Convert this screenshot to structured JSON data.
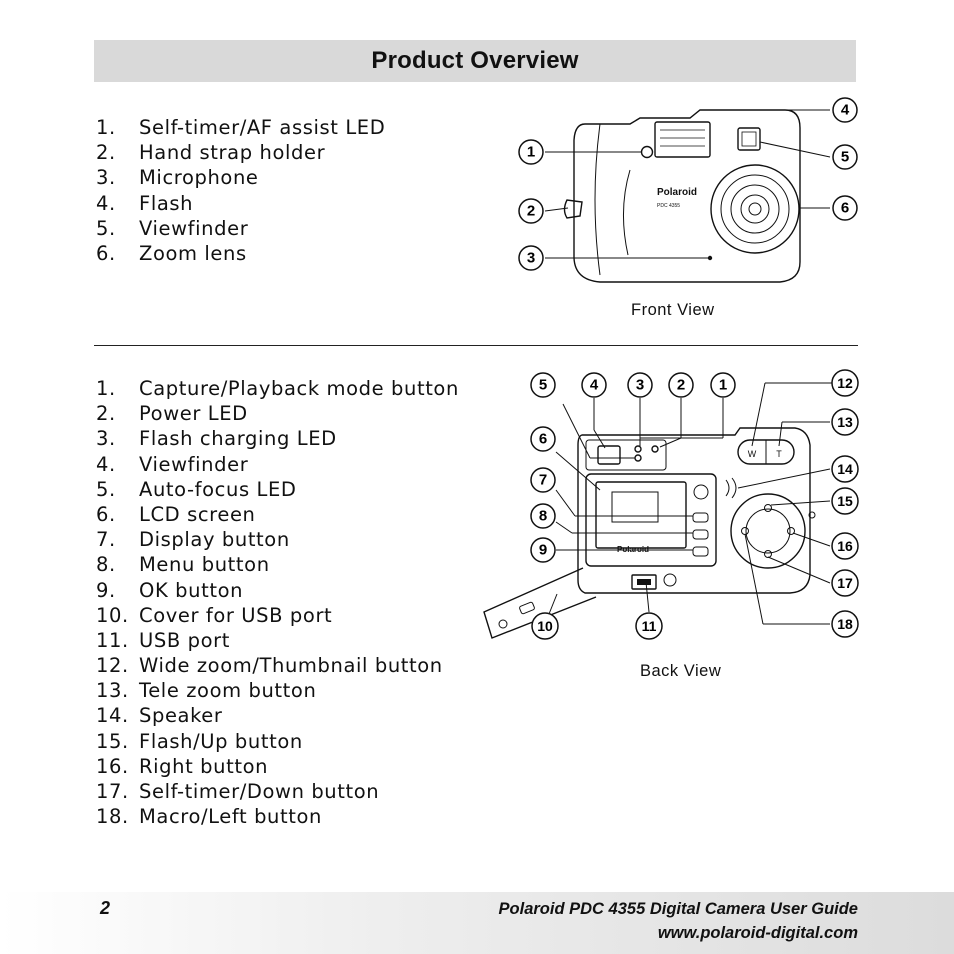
{
  "header": {
    "title": "Product Overview"
  },
  "front": {
    "items": [
      {
        "num": "1.",
        "label": "Self-timer/AF assist LED"
      },
      {
        "num": "2.",
        "label": "Hand strap holder"
      },
      {
        "num": "3.",
        "label": "Microphone"
      },
      {
        "num": "4.",
        "label": "Flash"
      },
      {
        "num": "5.",
        "label": "Viewfinder"
      },
      {
        "num": "6.",
        "label": "Zoom lens"
      }
    ],
    "caption": "Front View",
    "brand": "Polaroid",
    "model": "PDC 4355",
    "callouts": [
      "1",
      "2",
      "3",
      "4",
      "5",
      "6"
    ]
  },
  "back": {
    "items": [
      {
        "num": "1.",
        "label": "Capture/Playback mode button"
      },
      {
        "num": "2.",
        "label": "Power LED"
      },
      {
        "num": "3.",
        "label": "Flash charging LED"
      },
      {
        "num": "4.",
        "label": "Viewfinder"
      },
      {
        "num": "5.",
        "label": "Auto-focus LED"
      },
      {
        "num": "6.",
        "label": "LCD screen"
      },
      {
        "num": "7.",
        "label": "Display button"
      },
      {
        "num": "8.",
        "label": "Menu button"
      },
      {
        "num": "9.",
        "label": "OK button"
      },
      {
        "num": "10.",
        "label": "Cover for USB port"
      },
      {
        "num": "11.",
        "label": "USB port"
      },
      {
        "num": "12.",
        "label": "Wide zoom/Thumbnail button"
      },
      {
        "num": "13.",
        "label": "Tele zoom button"
      },
      {
        "num": "14.",
        "label": "Speaker"
      },
      {
        "num": "15.",
        "label": "Flash/Up button"
      },
      {
        "num": "16.",
        "label": "Right button"
      },
      {
        "num": "17.",
        "label": "Self-timer/Down button"
      },
      {
        "num": "18.",
        "label": "Macro/Left button"
      }
    ],
    "caption": "Back View",
    "brand": "Polaroid",
    "zoom_w": "W",
    "zoom_t": "T",
    "callouts": [
      "1",
      "2",
      "3",
      "4",
      "5",
      "6",
      "7",
      "8",
      "9",
      "10",
      "11",
      "12",
      "13",
      "14",
      "15",
      "16",
      "17",
      "18"
    ]
  },
  "footer": {
    "page_number": "2",
    "title": "Polaroid PDC 4355 Digital Camera User Guide",
    "url": "www.polaroid-digital.com"
  }
}
